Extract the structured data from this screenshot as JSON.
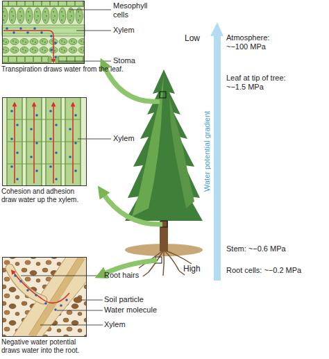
{
  "diagram": {
    "nodes": [
      {
        "text": [
          "Transpiration draws water from the leaf."
        ]
      },
      {
        "text": [
          "Cohesion and adhesion draw water up the xylem."
        ]
      },
      {
        "text": [
          "Negative water potential draws water into the root."
        ]
      },
      {
        "text": [
          "Water potential gradient"
        ]
      }
    ],
    "labels": [
      "Mesophyll cells",
      "Xylem",
      "Stoma",
      "Xylem",
      "Root hairs",
      "Soil particle",
      "Water molecule",
      "Xylem",
      "Low",
      "High",
      "Atmosphere: ~−100 MPa",
      "Leaf at tip of tree: ~−1.5 MPa",
      "Stem: ~−0.6 MPa",
      "Root cells: ~−0.2 MPa"
    ]
  }
}
